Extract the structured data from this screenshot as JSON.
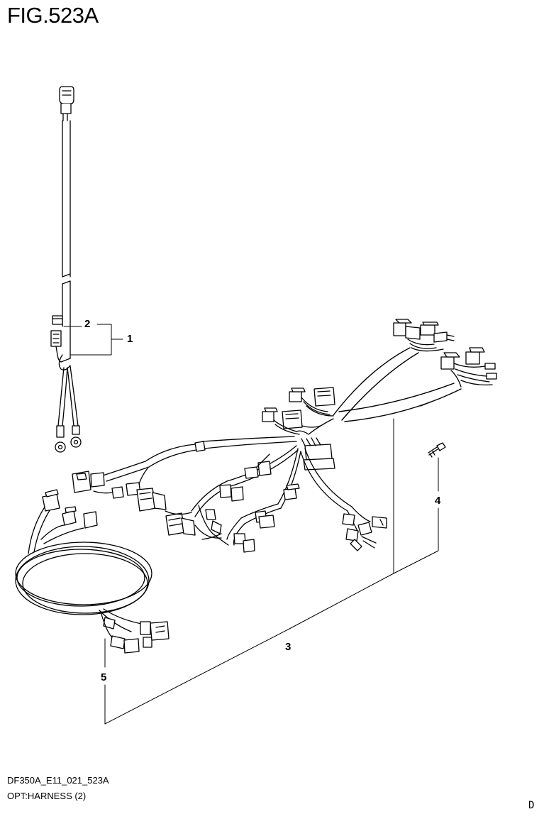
{
  "figure": {
    "title": "FIG.523A"
  },
  "callouts": [
    {
      "id": "1",
      "label": "1"
    },
    {
      "id": "2",
      "label": "2"
    },
    {
      "id": "3",
      "label": "3"
    },
    {
      "id": "4",
      "label": "4"
    },
    {
      "id": "5",
      "label": "5"
    }
  ],
  "footer": {
    "code": "DF350A_E11_021_523A",
    "subtitle": "OPT:HARNESS (2)",
    "page_letter": "D"
  }
}
